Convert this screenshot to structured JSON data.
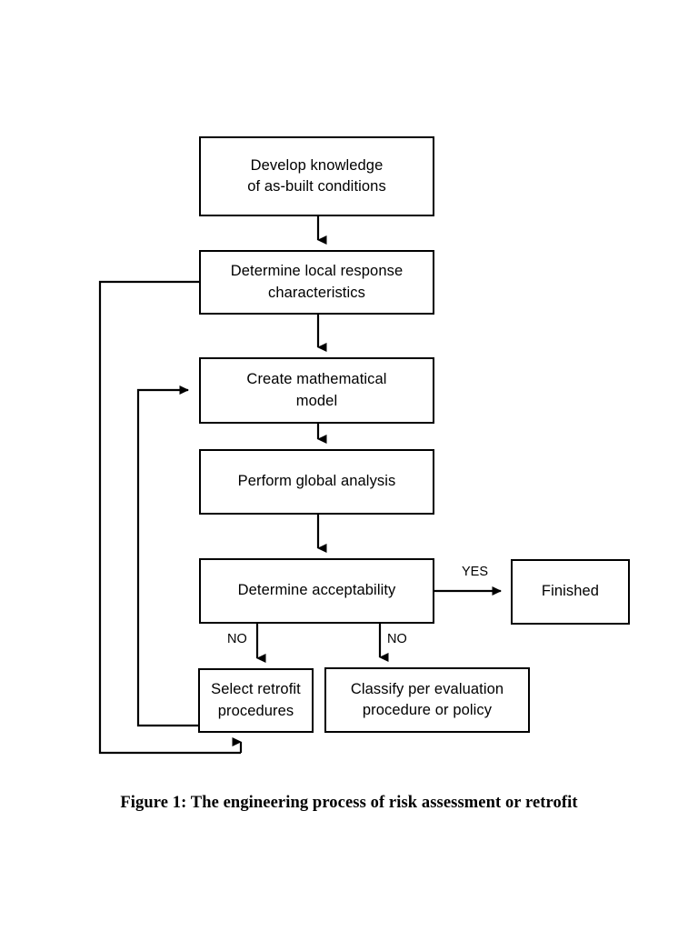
{
  "figure": {
    "caption": "Figure 1:  The engineering process of risk assessment or retrofit",
    "stroke_color": "#000000",
    "background_color": "#ffffff"
  },
  "diagram": {
    "type": "flowchart",
    "nodes": [
      {
        "id": "develop-knowledge",
        "label": "Develop knowledge\nof as-built conditions",
        "shape": "rectangle"
      },
      {
        "id": "determine-local-response",
        "label": "Determine local response\ncharacteristics",
        "shape": "rectangle"
      },
      {
        "id": "create-model",
        "label": "Create mathematical\nmodel",
        "shape": "rectangle"
      },
      {
        "id": "perform-global-analysis",
        "label": "Perform global analysis",
        "shape": "rectangle"
      },
      {
        "id": "determine-acceptability",
        "label": "Determine acceptability",
        "shape": "rectangle"
      },
      {
        "id": "finished",
        "label": "Finished",
        "shape": "rectangle"
      },
      {
        "id": "select-retrofit",
        "label": "Select retrofit\nprocedures",
        "shape": "rectangle"
      },
      {
        "id": "classify-per-evaluation",
        "label": "Classify per evaluation\nprocedure or policy",
        "shape": "rectangle"
      }
    ],
    "edges": [
      {
        "id": "e1",
        "from": "develop-knowledge",
        "to": "determine-local-response",
        "label": ""
      },
      {
        "id": "e2",
        "from": "determine-local-response",
        "to": "create-model",
        "label": ""
      },
      {
        "id": "e3",
        "from": "create-model",
        "to": "perform-global-analysis",
        "label": ""
      },
      {
        "id": "e4",
        "from": "perform-global-analysis",
        "to": "determine-acceptability",
        "label": ""
      },
      {
        "id": "e5",
        "from": "determine-acceptability",
        "to": "finished",
        "label": "YES"
      },
      {
        "id": "e6",
        "from": "determine-acceptability",
        "to": "select-retrofit",
        "label": "NO"
      },
      {
        "id": "e7",
        "from": "determine-acceptability",
        "to": "classify-per-evaluation",
        "label": "NO"
      },
      {
        "id": "e8",
        "from": "select-retrofit",
        "to": "create-model",
        "label": ""
      },
      {
        "id": "e9",
        "from": "select-retrofit",
        "to": "determine-local-response",
        "label": ""
      }
    ],
    "edge_labels": {
      "yes": "YES",
      "no_left": "NO",
      "no_right": "NO"
    }
  }
}
